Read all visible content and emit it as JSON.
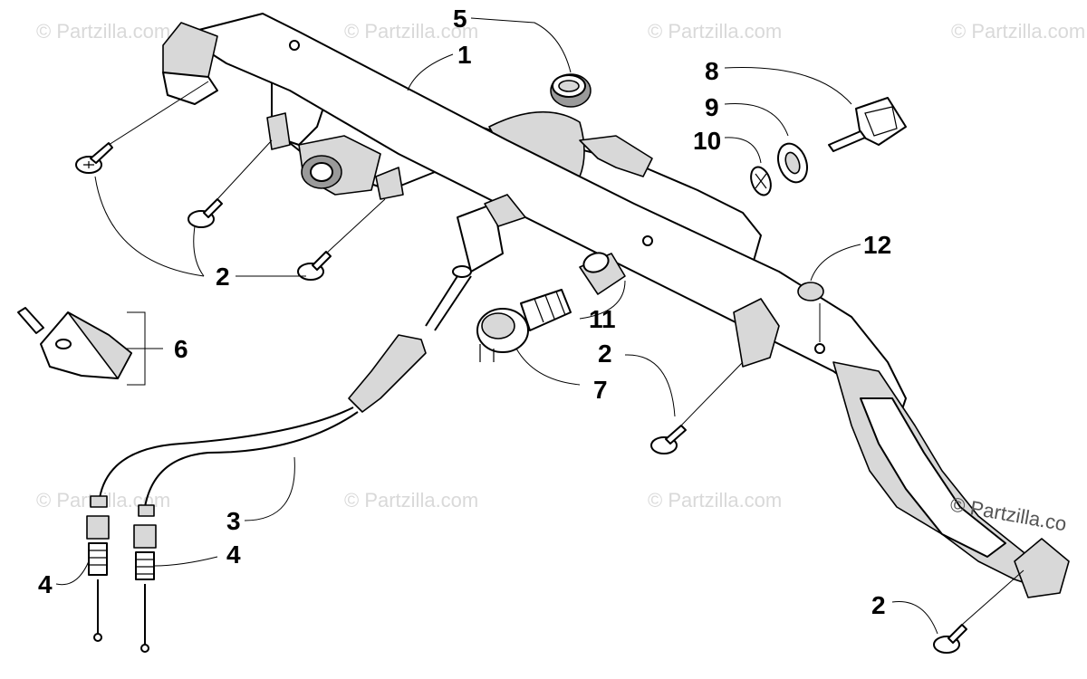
{
  "diagram": {
    "callouts": [
      "1",
      "2",
      "2",
      "2",
      "2",
      "3",
      "4",
      "4",
      "5",
      "6",
      "7",
      "8",
      "9",
      "10",
      "11",
      "12"
    ],
    "watermark": "© Partzilla.com",
    "brand_watermark": "© Partzilla.co"
  }
}
